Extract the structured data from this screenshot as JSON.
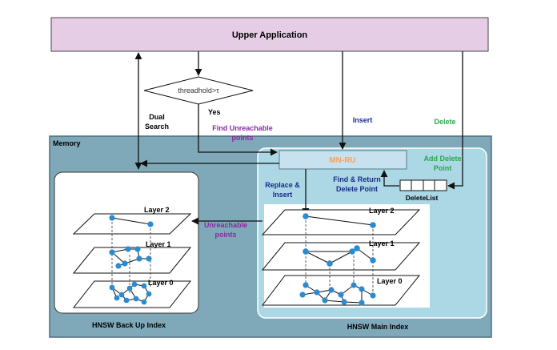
{
  "upper_application": {
    "label": "Upper Application"
  },
  "decision": {
    "label": "threadhold>τ",
    "yes_label": "Yes"
  },
  "dual_search": {
    "line1": "Dual",
    "line2": "Search"
  },
  "find_unreachable": {
    "line1": "Find Unreachable",
    "line2": "points"
  },
  "insert_label": "Insert",
  "delete_label": "Delete",
  "memory_label": "Memory",
  "mnru_label": "MN-RU",
  "add_delete_point": {
    "line1": "Add Delete",
    "line2": "Point"
  },
  "replace_insert": {
    "line1": "Replace &",
    "line2": "Insert"
  },
  "find_return": {
    "line1": "Find & Return",
    "line2": "Delete Point"
  },
  "delete_list_label": "DeleteList",
  "unreachable_points": {
    "line1": "Unreachable",
    "line2": "points"
  },
  "backup_index": {
    "caption": "HNSW Back Up Index",
    "layers": [
      "Layer 2",
      "Layer 1",
      "Layer 0"
    ]
  },
  "main_index": {
    "caption": "HNSW Main Index",
    "layers": [
      "Layer 2",
      "Layer 1",
      "Layer 0"
    ]
  },
  "colors": {
    "upper_app_fill": "#e6cde6",
    "memory_fill": "#7fa9b9",
    "main_panel_fill": "#abd8e4",
    "mnru_fill": "#c7e1ef",
    "mnru_text": "#f4a261",
    "node": "#2a8bd0",
    "purple_text": "#8a2aa0",
    "blue_text": "#1a2a8a",
    "green_text": "#2aa84a"
  }
}
